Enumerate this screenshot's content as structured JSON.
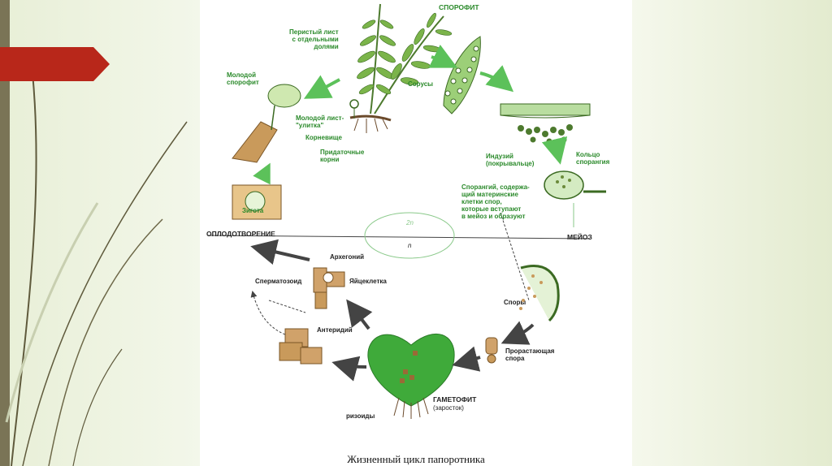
{
  "caption": "Жизненный цикл папоротника",
  "labels": {
    "sporophyte": "СПОРОФИТ",
    "pinnate_leaf": "Перистый лист\nс отдельными\nдолями",
    "young_sporophyte": "Молодой\nспорофит",
    "young_leaf": "Молодой лист-\n\"улитка\"",
    "rhizome": "Корневище",
    "adventitious_roots": "Придаточные\nкорни",
    "sori": "Сорусы",
    "indusium": "Индузий\n(покрывальце)",
    "sporangium_ring": "Кольцо\nспорангия",
    "sporangium_desc": "Спорангий, содержа-\nщий материнские\nклетки спор,\nкоторые вступают\nв мейоз и образуют",
    "zygote": "Зигота",
    "fertilization": "ОПЛОДОТВОРЕНИЕ",
    "meiosis": "МЕЙОЗ",
    "ploidy_2n": "2n",
    "ploidy_n": "n",
    "archegonium": "Архегоний",
    "sperm": "Сперматозоид",
    "egg": "Яйцеклетка",
    "antheridium": "Антеридий",
    "spores": "Споры",
    "germinating_spore": "Прорастающая\nспора",
    "gametophyte": "ГАМЕТОФИТ",
    "prothallus": "(заросток)",
    "rhizoids": "ризоиды"
  },
  "colors": {
    "label_green": "#2b8a2b",
    "arrow_green": "#5cc15a",
    "arrow_dark": "#444444",
    "ribbon": "#b8271a",
    "gametophyte": "#3faa3a"
  }
}
